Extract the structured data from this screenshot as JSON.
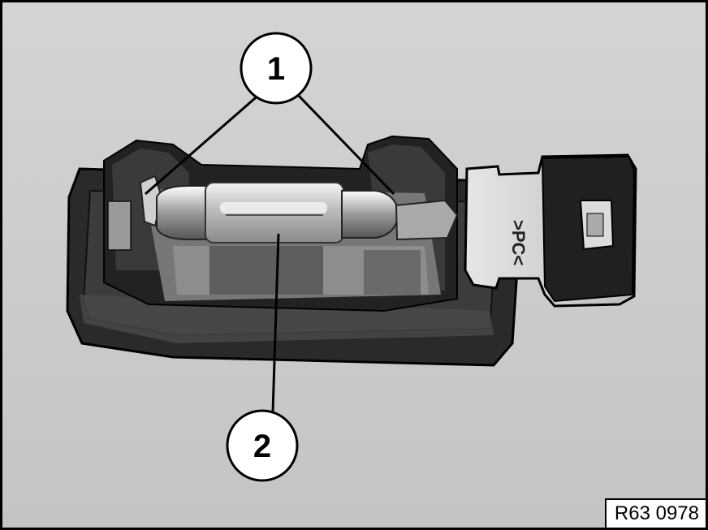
{
  "figure": {
    "reference_code": "R63 0978",
    "callouts": [
      {
        "number": "1"
      },
      {
        "number": "2"
      }
    ],
    "connector_marking": ">PC<",
    "colors": {
      "background": "#cfcfcf",
      "housing_dark": "#1e1e1e",
      "bulb_glass": "#d8d8d8",
      "outline": "#000000"
    }
  }
}
